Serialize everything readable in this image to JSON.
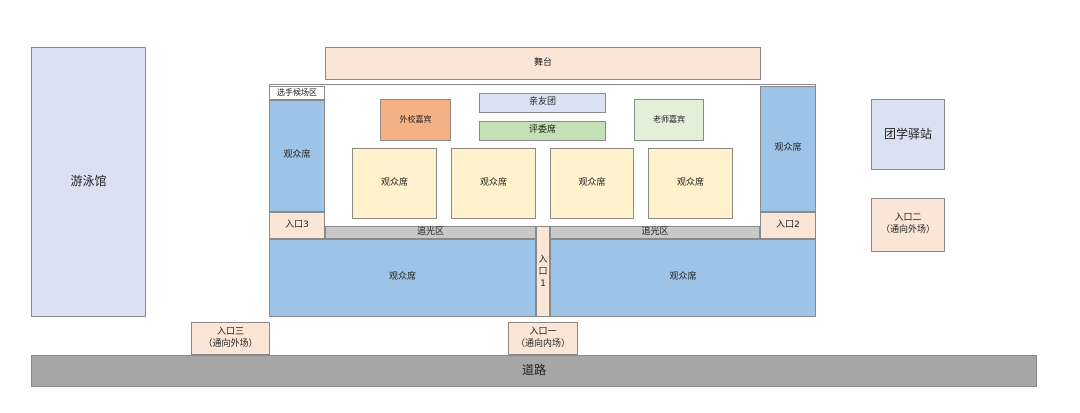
{
  "colors": {
    "pool": "#dae1f3",
    "stage": "#fbe5d6",
    "audience_blue": "#9dc3e6",
    "audience_yellow": "#fff2cc",
    "guest_orange": "#f4b183",
    "family_purple": "#dae3f3",
    "judge_green": "#c5e0b4",
    "teacher_green": "#e2f0d9",
    "light_bar": "#c9c9c9",
    "road": "#a6a6a6"
  },
  "labels": {
    "pool": "游泳馆",
    "stage": "舞台",
    "family": "亲友团",
    "judges": "评委席",
    "outside_guests": "外校嘉宾",
    "teacher_guests": "老师嘉宾",
    "athlete_area": "选手候场区",
    "audience": "观众席",
    "entry3_inner": "入口3",
    "entry2_inner": "入口2",
    "light_zone": "追光区",
    "entry1_inner": [
      "入",
      "口",
      "1"
    ],
    "station": "团学驿站",
    "entry_two": "入口二\n（通向外场）",
    "entry_three": "入口三\n（通向外场）",
    "entry_one": "入口一\n（通向内场）",
    "road": "道路"
  }
}
